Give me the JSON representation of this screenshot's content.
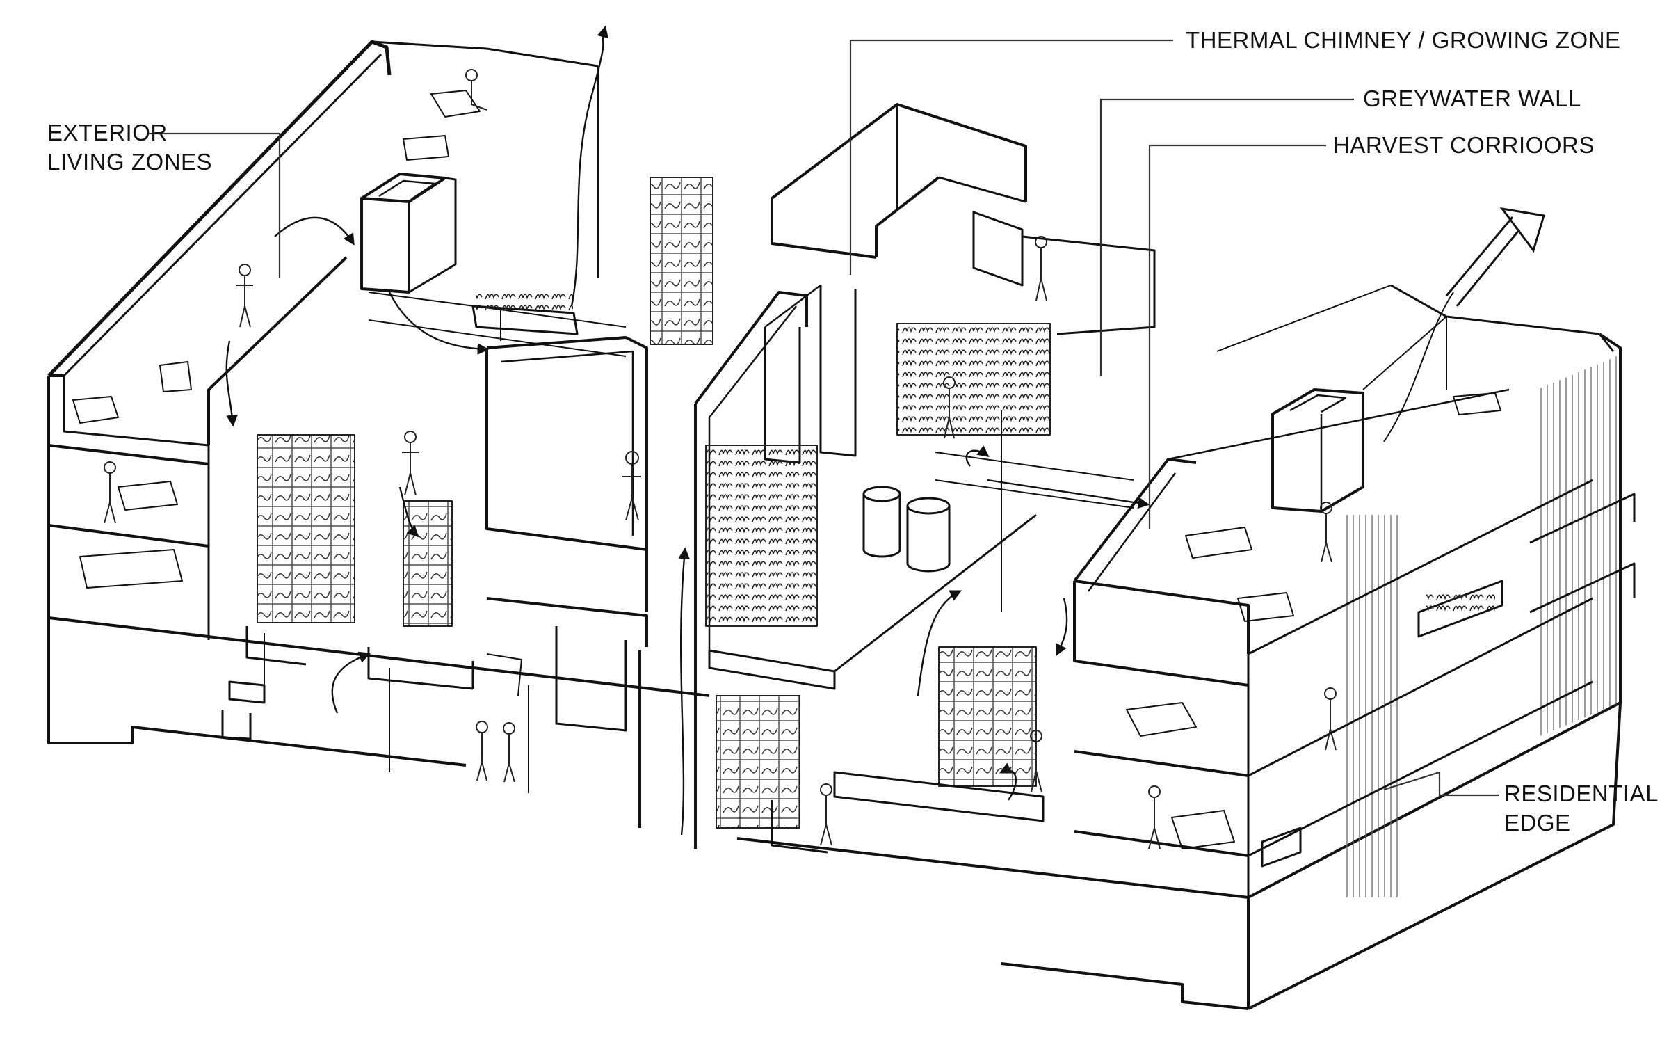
{
  "labels": {
    "exterior_living": [
      "EXTERIOR",
      "LIVING ZONES"
    ],
    "thermal_chimney": "THERMAL CHIMNEY / GROWING ZONE",
    "greywater_wall": "GREYWATER WALL",
    "harvest_corridors": "HARVEST CORRIOORS",
    "residential_edge": [
      "RESIDENTIAL",
      "EDGE"
    ]
  },
  "colors": {
    "ink": "#111111",
    "fine": "#555555",
    "paper": "#ffffff"
  }
}
